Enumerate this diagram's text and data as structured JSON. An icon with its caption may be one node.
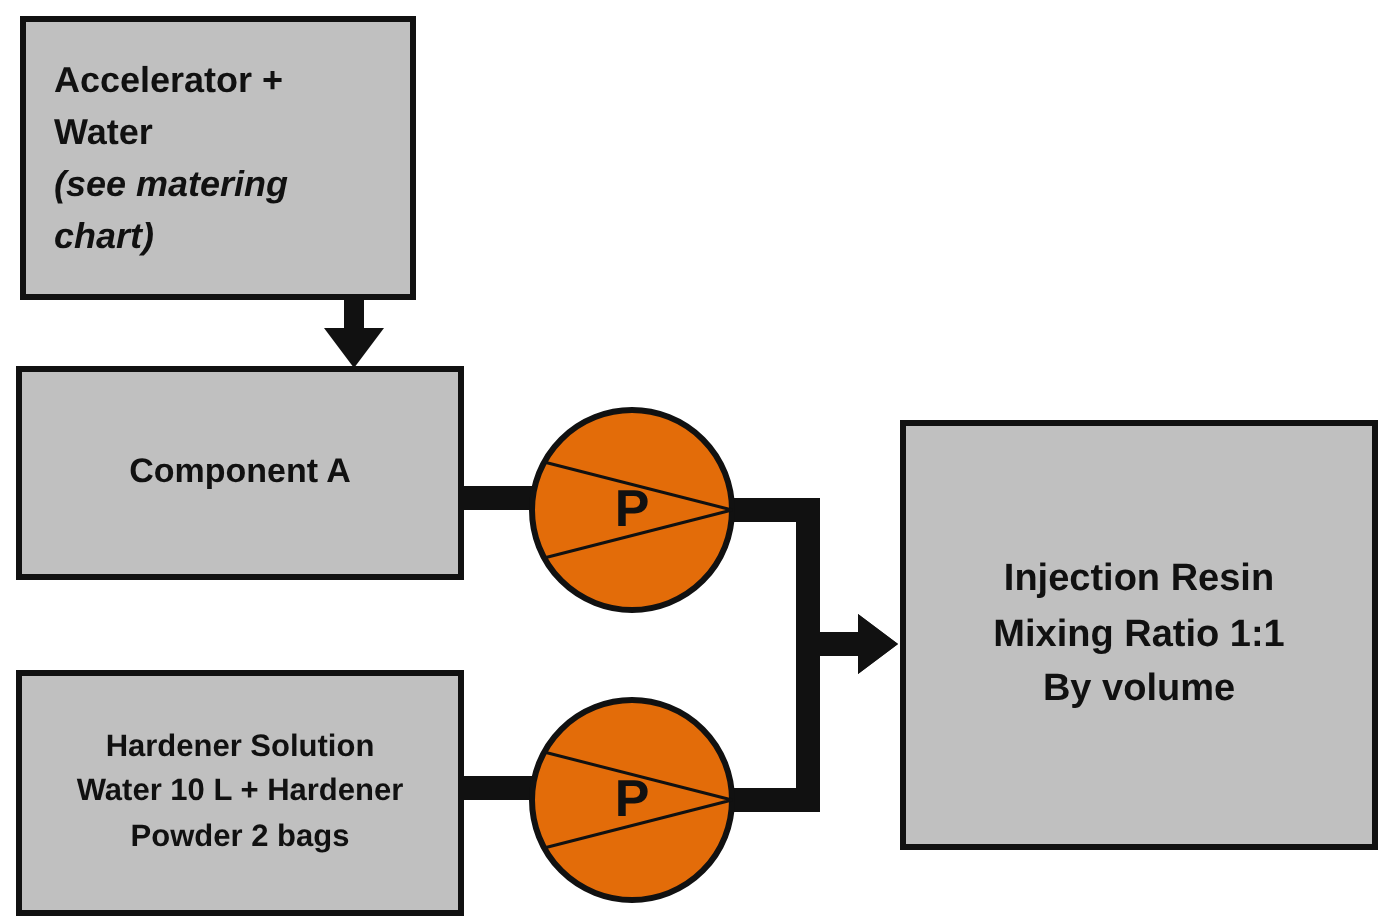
{
  "diagram": {
    "nodes": [
      {
        "text": [
          "Accelerator + Water",
          "(see matering chart)"
        ]
      },
      {
        "text": [
          "Component A"
        ]
      },
      {
        "text": [
          "P"
        ]
      },
      {
        "text": [
          "Hardener Solution Water 10 L + Hardener Powder 2 bags"
        ]
      },
      {
        "text": [
          "P"
        ]
      },
      {
        "text": [
          "Injection Resin Mixing Ratio 1:1 By volume"
        ]
      }
    ],
    "edges": [
      {
        "from": 0,
        "to": 1,
        "arrow": "to"
      },
      {
        "from": 1,
        "to": 2,
        "arrow": "none"
      },
      {
        "from": 3,
        "to": 4,
        "arrow": "none"
      },
      {
        "from": 2,
        "to": 5,
        "arrow": "to"
      },
      {
        "from": 4,
        "to": 5,
        "arrow": "to"
      }
    ]
  }
}
